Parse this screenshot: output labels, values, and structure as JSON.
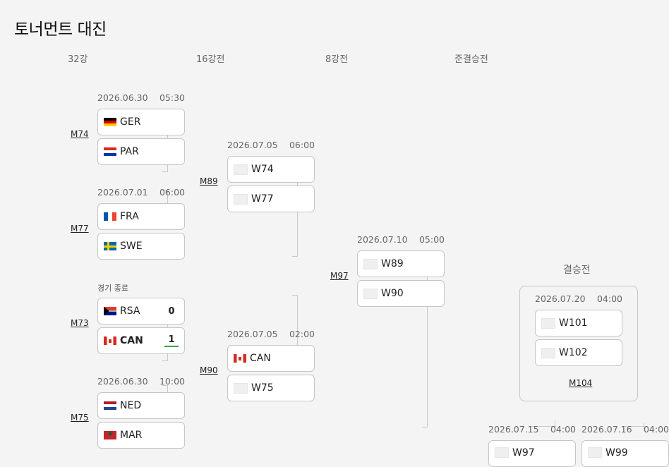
{
  "title": "토너먼트 대진",
  "rounds": {
    "r32": "32강",
    "r16": "16강전",
    "qf": "8강전",
    "sf": "준결승전",
    "final": "결승전"
  },
  "matches": {
    "m74": {
      "id": "M74",
      "date": "2026.06.30",
      "time": "05:30",
      "team1": "GER",
      "team2": "PAR"
    },
    "m77": {
      "id": "M77",
      "date": "2026.07.01",
      "time": "06:00",
      "team1": "FRA",
      "team2": "SWE"
    },
    "m73": {
      "id": "M73",
      "status": "경기 종료",
      "team1": "RSA",
      "score1": "0",
      "team2": "CAN",
      "score2": "1"
    },
    "m75": {
      "id": "M75",
      "date": "2026.06.30",
      "time": "10:00",
      "team1": "NED",
      "team2": "MAR"
    },
    "m89": {
      "id": "M89",
      "date": "2026.07.05",
      "time": "06:00",
      "team1": "W74",
      "team2": "W77"
    },
    "m90": {
      "id": "M90",
      "date": "2026.07.05",
      "time": "02:00",
      "team1": "CAN",
      "team2": "W75"
    },
    "m97": {
      "id": "M97",
      "date": "2026.07.10",
      "time": "05:00",
      "team1": "W89",
      "team2": "W90"
    },
    "m104": {
      "id": "M104",
      "date": "2026.07.20",
      "time": "04:00",
      "team1": "W101",
      "team2": "W102"
    },
    "m101": {
      "date": "2026.07.15",
      "time": "04:00",
      "team1": "W97"
    },
    "m102": {
      "date": "2026.07.16",
      "time": "04:00",
      "team1": "W99"
    }
  },
  "colors": {
    "background": "#f4f4f4",
    "winner_underline": "#3aa14a",
    "border": "#c6c6c6"
  }
}
